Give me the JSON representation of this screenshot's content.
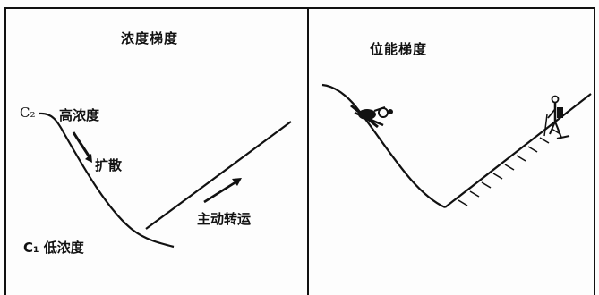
{
  "left_panel": {
    "title": "浓度梯度",
    "high_label": "高浓度",
    "c2_label": "C₂",
    "diffusion_label": "扩散",
    "active_transport_label": "主动转运",
    "low_label": "C₁ 低浓度"
  },
  "right_panel": {
    "title": "位能梯度"
  }
}
